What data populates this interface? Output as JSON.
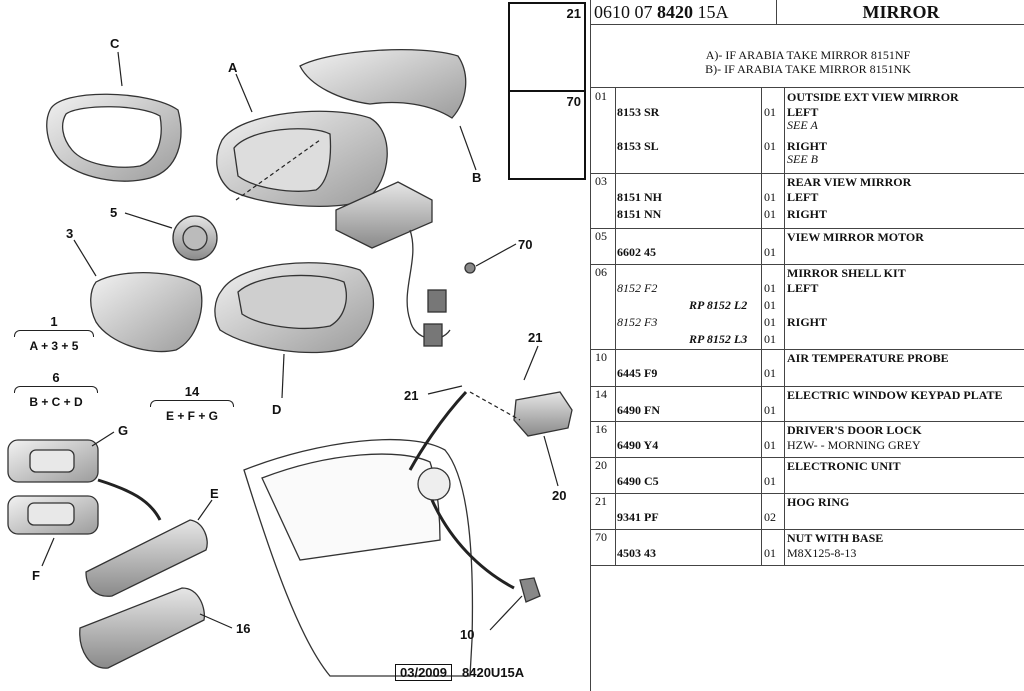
{
  "header": {
    "code_prefix": "0610 07",
    "code_bold": "8420",
    "code_suffix": "15A",
    "title": "MIRROR"
  },
  "notes": [
    "A)- IF ARABIA TAKE MIRROR 8151NF",
    "B)- IF ARABIA TAKE MIRROR 8151NK"
  ],
  "diagram": {
    "callouts": [
      "A",
      "B",
      "C",
      "D",
      "E",
      "F",
      "G",
      "3",
      "5",
      "10",
      "16",
      "20",
      "21",
      "21",
      "70"
    ],
    "formulas": [
      {
        "num": "1",
        "expr": "A + 3 + 5"
      },
      {
        "num": "6",
        "expr": "B + C + D"
      },
      {
        "num": "14",
        "expr": "E + F + G"
      }
    ],
    "inset_numbers": [
      "21",
      "70"
    ],
    "footer_date": "03/2009",
    "footer_ref": "8420U15A"
  },
  "rows": [
    {
      "group": "01",
      "lines": [
        {
          "ref": "8153 SR",
          "qty": "01",
          "desc": "LEFT",
          "desc_bold": true
        },
        {
          "ref": "",
          "qty": "",
          "desc": "SEE A",
          "desc_italic": true
        },
        {
          "ref": "8153 SL",
          "qty": "01",
          "desc": "RIGHT",
          "desc_bold": true
        },
        {
          "ref": "",
          "qty": "",
          "desc": "SEE B",
          "desc_italic": true
        }
      ],
      "title": "OUTSIDE EXT VIEW MIRROR"
    },
    {
      "group": "03",
      "title": "REAR VIEW MIRROR",
      "lines": [
        {
          "ref": "8151 NH",
          "qty": "01",
          "desc": "LEFT",
          "desc_bold": true
        },
        {
          "ref": "8151 NN",
          "qty": "01",
          "desc": "RIGHT",
          "desc_bold": true
        }
      ]
    },
    {
      "group": "05",
      "title": "VIEW MIRROR MOTOR",
      "lines": [
        {
          "ref": "6602 45",
          "qty": "01",
          "desc": ""
        }
      ]
    },
    {
      "group": "06",
      "title": "MIRROR SHELL KIT",
      "lines": [
        {
          "ref": "8152 F2",
          "ref_italic": true,
          "qty": "01",
          "desc": "LEFT",
          "desc_bold": true
        },
        {
          "rp": "RP 8152 L2",
          "qty": "01",
          "desc": ""
        },
        {
          "ref": "8152 F3",
          "ref_italic": true,
          "qty": "01",
          "desc": "RIGHT",
          "desc_bold": true
        },
        {
          "rp": "RP 8152 L3",
          "qty": "01",
          "desc": ""
        }
      ]
    },
    {
      "group": "10",
      "title": "AIR TEMPERATURE PROBE",
      "lines": [
        {
          "ref": "6445 F9",
          "qty": "01",
          "desc": ""
        }
      ]
    },
    {
      "group": "14",
      "title": "ELECTRIC WINDOW KEYPAD PLATE",
      "lines": [
        {
          "ref": "6490 FN",
          "qty": "01",
          "desc": ""
        }
      ]
    },
    {
      "group": "16",
      "title": "DRIVER'S DOOR LOCK",
      "lines": [
        {
          "ref": "6490 Y4",
          "qty": "01",
          "desc": "HZW- - MORNING GREY"
        }
      ]
    },
    {
      "group": "20",
      "title": "ELECTRONIC UNIT",
      "lines": [
        {
          "ref": "6490 C5",
          "qty": "01",
          "desc": ""
        }
      ]
    },
    {
      "group": "21",
      "title": "HOG RING",
      "lines": [
        {
          "ref": "9341 PF",
          "qty": "02",
          "desc": ""
        }
      ]
    },
    {
      "group": "70",
      "title": "NUT WITH BASE",
      "lines": [
        {
          "ref": "4503 43",
          "qty": "01",
          "desc": "M8X125-8-13"
        }
      ]
    }
  ]
}
